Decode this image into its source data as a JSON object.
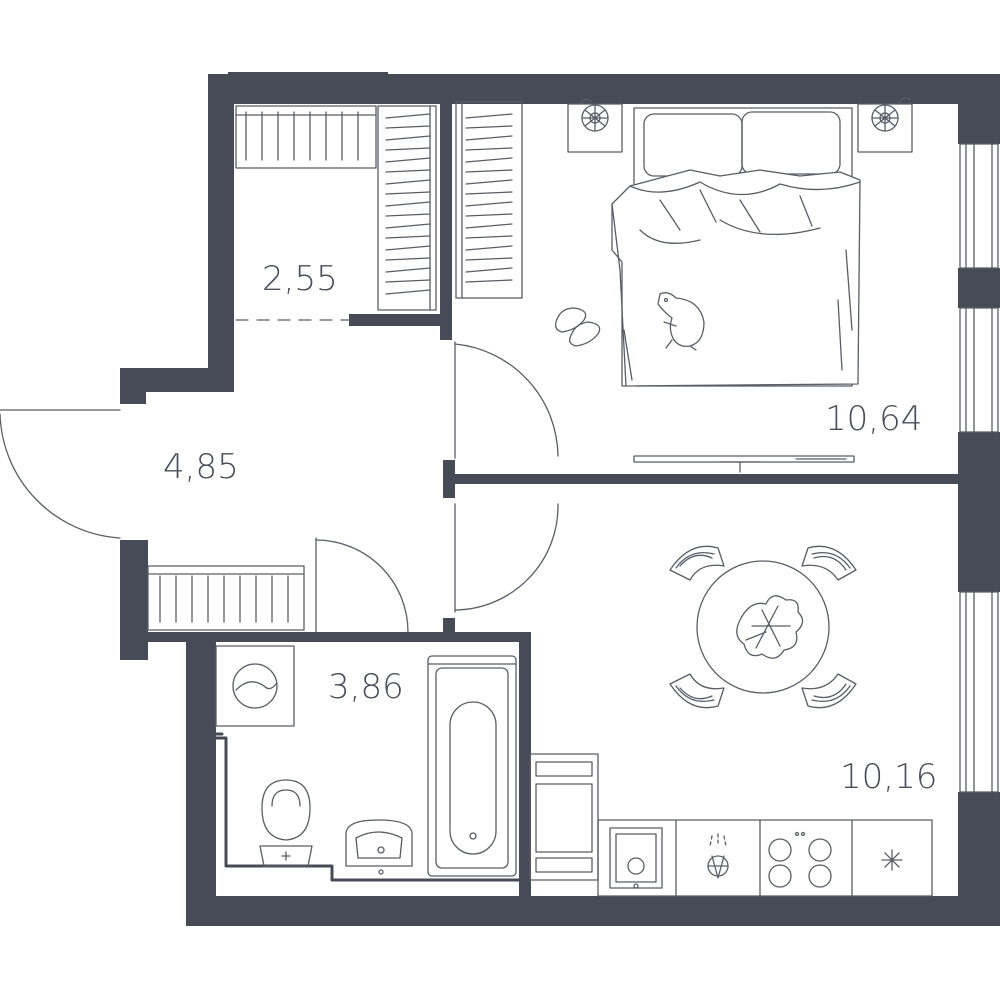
{
  "colors": {
    "wall": "#474b56",
    "line": "#5a5d66",
    "background": "#ffffff"
  },
  "rooms": [
    {
      "id": "wardrobe",
      "area": "2,55"
    },
    {
      "id": "hallway",
      "area": "4,85"
    },
    {
      "id": "bathroom",
      "area": "3,86"
    },
    {
      "id": "bedroom",
      "area": "10,64"
    },
    {
      "id": "kitchen-living",
      "area": "10,16"
    }
  ],
  "icons": [
    "bed-icon",
    "pillow-icon",
    "nightstand-lamp-icon",
    "dog-icon",
    "slippers-icon",
    "tv-icon",
    "wardrobe-icon",
    "dining-table-icon",
    "chair-icon",
    "plant-icon",
    "bathtub-icon",
    "sink-icon",
    "toilet-icon",
    "washing-machine-icon",
    "kitchen-sink-icon",
    "stove-icon",
    "hood-icon",
    "fridge-icon",
    "window-icon",
    "door-icon"
  ]
}
